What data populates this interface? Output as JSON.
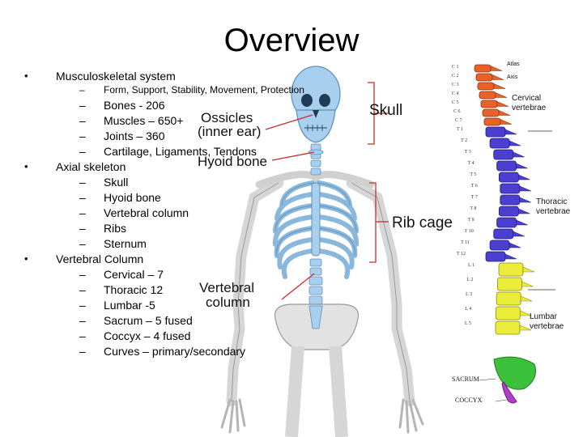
{
  "title": "Overview",
  "sections": [
    {
      "heading": "Musculoskeletal system",
      "items": [
        "Form, Support, Stability, Movement, Protection",
        "Bones - 206",
        "Muscles – 650+",
        "Joints – 360",
        "Cartilage, Ligaments, Tendons"
      ]
    },
    {
      "heading": "Axial skeleton",
      "items": [
        "Skull",
        "Hyoid bone",
        "Vertebral column",
        "Ribs",
        "Sternum"
      ]
    },
    {
      "heading": "Vertebral Column",
      "items": [
        "Cervical – 7",
        "Thoracic 12",
        "Lumbar -5",
        "Sacrum – 5 fused",
        "Coccyx – 4 fused",
        "Curves – primary/secondary"
      ]
    }
  ],
  "figure_labels": {
    "ossicles_line1": "Ossicles",
    "ossicles_line2": "(inner ear)",
    "skull": "Skull",
    "hyoid": "Hyoid bone",
    "rib_cage": "Rib cage",
    "vertebral_line1": "Vertebral",
    "vertebral_line2": "column"
  },
  "spine_labels": {
    "cervical_line1": "Cervical",
    "cervical_line2": "vertebrae",
    "thoracic_line1": "Thoracic",
    "thoracic_line2": "vertebrae",
    "lumbar_line1": "Lumbar",
    "lumbar_line2": "vertebrae",
    "sacrum": "SACRUM",
    "coccyx": "COCCYX",
    "atlas": "Atlas",
    "axis": "Axis",
    "vertebra_codes": [
      "C 1",
      "C 2",
      "C 3",
      "C 4",
      "C 5",
      "C 6",
      "C 7",
      "T 1",
      "T 2",
      "T 3",
      "T 4",
      "T 5",
      "T 6",
      "T 7",
      "T 8",
      "T 9",
      "T 10",
      "T 11",
      "T 12",
      "L 1",
      "L 2",
      "L 3",
      "L 4",
      "L 5"
    ]
  },
  "colors": {
    "bone": "#e6e6e6",
    "bone_outline": "#9a9a9a",
    "axial_blue": "#a9cfee",
    "pointer_red": "#cc2a2a",
    "cervical": "#e8622a",
    "thoracic": "#4a3fd0",
    "lumbar": "#ecec3a",
    "sacrum": "#3cc13c",
    "coccyx": "#b03cc8"
  }
}
